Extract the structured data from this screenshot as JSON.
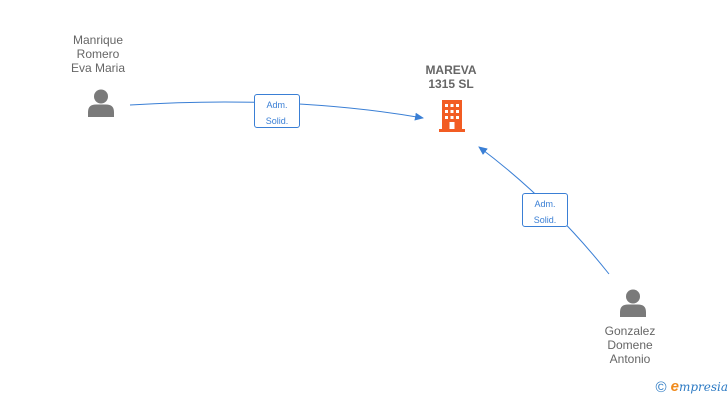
{
  "persons": [
    {
      "id": "p1",
      "name": "Manrique\nRomero\nEva Maria"
    },
    {
      "id": "p2",
      "name": "Gonzalez\nDomene\nAntonio"
    }
  ],
  "company": {
    "name": "MAREVA\n1315  SL",
    "color": "#f25c23"
  },
  "edges": [
    {
      "from": "p1",
      "to": "company",
      "label": "Adm.\nSolid."
    },
    {
      "from": "p2",
      "to": "company",
      "label": "Adm.\nSolid."
    }
  ],
  "colors": {
    "edge": "#3a7fd5",
    "person_icon": "#7a7a7a",
    "text": "#666666"
  },
  "brand": {
    "copyright_symbol": "©",
    "initial": "e",
    "rest": "mpresia"
  }
}
